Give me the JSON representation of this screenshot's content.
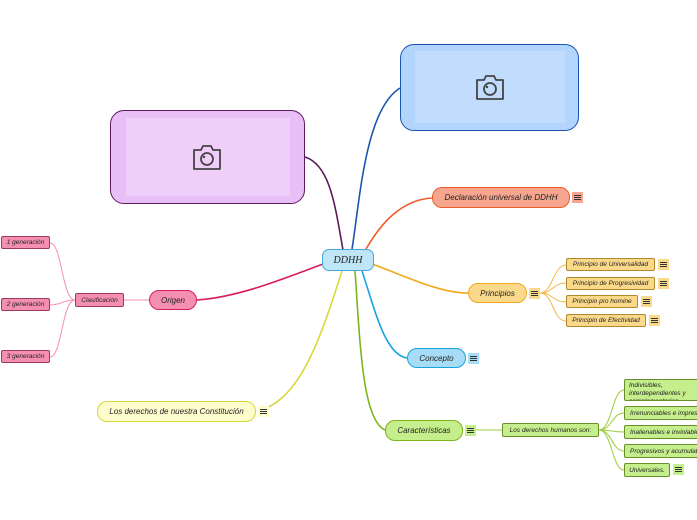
{
  "central": {
    "label": "DDHH"
  },
  "origen": {
    "label": "Origen",
    "clasificacion": "Clasificación",
    "generaciones": [
      "1 generación",
      "2 generación",
      "3 generación"
    ]
  },
  "constitucion": {
    "label": "Los derechos de nuestra Constitución"
  },
  "declaracion": {
    "label": "Declaración universal de DDHH"
  },
  "principios": {
    "label": "Principios",
    "items": [
      "Principio de Universalidad",
      "Principio de Progresividad",
      "Principio pro homine",
      "Principio de Efectividad"
    ]
  },
  "concepto": {
    "label": "Concepto"
  },
  "caracteristicas": {
    "label": "Características",
    "sub": "Los derechos humanos son:",
    "items": [
      "Indivisibles, interdependientes y complementarios.",
      "Irrenunciables e imprescriptibles",
      "Inalienables e inviolables",
      "Progresivos y acumulativos",
      "Universales."
    ]
  },
  "images": {
    "left_icon": "camera-icon",
    "right_icon": "camera-icon"
  },
  "colors": {
    "purple": "#5c1a5c",
    "blue": "#1a56b0",
    "pink": "#d81b60",
    "yellow": "#d8d83a",
    "orange": "#ee5a26",
    "gold": "#f2a91e",
    "cyan": "#16a3e0",
    "green": "#7cb518"
  }
}
